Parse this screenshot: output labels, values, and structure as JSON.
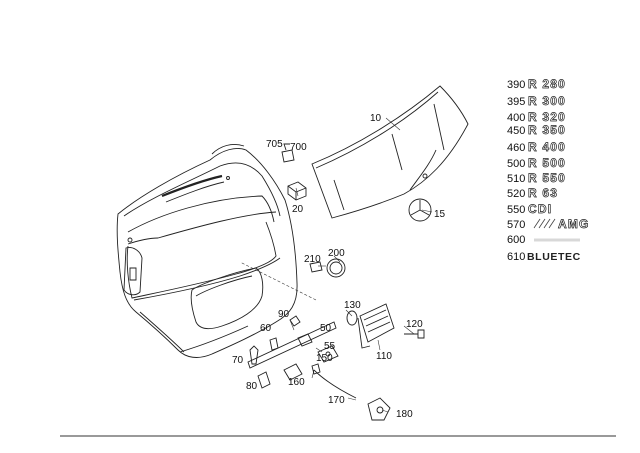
{
  "callouts": [
    {
      "id": "10",
      "label": "10"
    },
    {
      "id": "15",
      "label": "15"
    },
    {
      "id": "20",
      "label": "20"
    },
    {
      "id": "705",
      "label": "705"
    },
    {
      "id": "700",
      "label": "700"
    },
    {
      "id": "200",
      "label": "200"
    },
    {
      "id": "210",
      "label": "210"
    },
    {
      "id": "130",
      "label": "130"
    },
    {
      "id": "120",
      "label": "120"
    },
    {
      "id": "110",
      "label": "110"
    },
    {
      "id": "90",
      "label": "90"
    },
    {
      "id": "60",
      "label": "60"
    },
    {
      "id": "50",
      "label": "50"
    },
    {
      "id": "55",
      "label": "55"
    },
    {
      "id": "150",
      "label": "150"
    },
    {
      "id": "70",
      "label": "70"
    },
    {
      "id": "80",
      "label": "80"
    },
    {
      "id": "160",
      "label": "160"
    },
    {
      "id": "170",
      "label": "170"
    },
    {
      "id": "180",
      "label": "180"
    }
  ],
  "badges": [
    {
      "num": "390",
      "word": "R 280",
      "style": "outline"
    },
    {
      "num": "395",
      "word": "R 300",
      "style": "outline"
    },
    {
      "num": "400",
      "word": "R 320",
      "style": "outline"
    },
    {
      "num": "450",
      "word": "R 350",
      "style": "outline"
    },
    {
      "num": "460",
      "word": "R 400",
      "style": "outline"
    },
    {
      "num": "500",
      "word": "R 500",
      "style": "outline"
    },
    {
      "num": "510",
      "word": "R 550",
      "style": "outline"
    },
    {
      "num": "520",
      "word": "R 63",
      "style": "outline"
    },
    {
      "num": "550",
      "word": "CDI",
      "style": "outline"
    },
    {
      "num": "570",
      "word": "AMG",
      "style": "outline"
    },
    {
      "num": "600",
      "word": "",
      "style": "outline"
    },
    {
      "num": "610",
      "word": "BLUETEC",
      "style": "solid"
    }
  ],
  "colors": {
    "line": "#222222",
    "background": "#ffffff"
  }
}
